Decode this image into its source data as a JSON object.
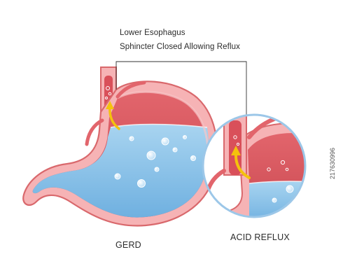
{
  "callout": {
    "line1": "Lower Esophagus",
    "line2": "Sphincter Closed Allowing Reflux"
  },
  "captions": {
    "gerd": "GERD",
    "acid_reflux": "ACID REFLUX"
  },
  "stock_id": "217630996",
  "colors": {
    "stomach_wall": "#f6b3b5",
    "stomach_outline": "#d9686c",
    "stomach_lining": "#d9505a",
    "acid_blue": "#8fc3e8",
    "esophagus": "#f3a7aa",
    "arrow": "#f4c20d",
    "magnifier_ring": "#9cc7e8"
  }
}
